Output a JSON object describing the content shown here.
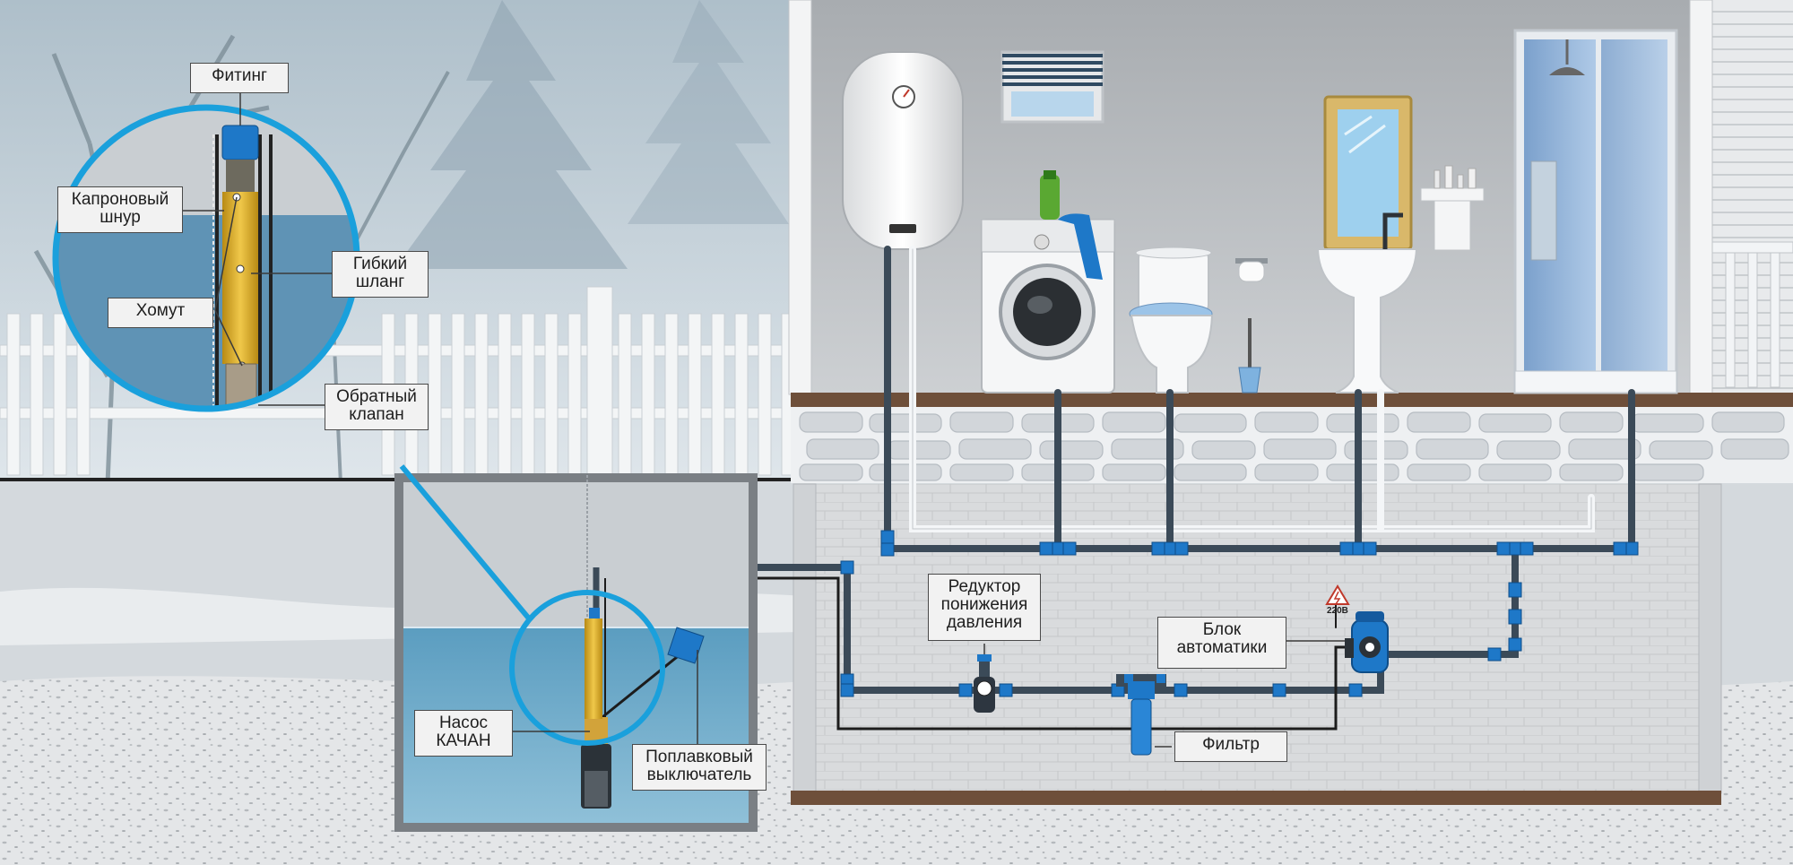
{
  "labels": {
    "fitting": "Фитинг",
    "nylon_cord": "Капроновый\nшнур",
    "flex_hose": "Гибкий\nшланг",
    "clamp": "Хомут",
    "check_valve": "Обратный\nклапан",
    "pump": "Насос\nКАЧАН",
    "float_switch": "Поплавковый\nвыключатель",
    "pressure_reducer": "Редуктор\nпонижения\nдавления",
    "automation_unit": "Блок\nавтоматики",
    "filter": "Фильтр",
    "voltage": "220В"
  },
  "colors": {
    "pipe": "#3b4a58",
    "fitting": "#1e78c8",
    "water": "#4b8fb5",
    "zoom_ring": "#1aa0dc",
    "hose": "#e2b52e",
    "wall": "#b9bcc0",
    "floor": "#6e4f3a"
  },
  "icons": [
    "boiler-icon",
    "washing-machine-icon",
    "toilet-icon",
    "sink-icon",
    "shower-cabin-icon",
    "window-icon",
    "mirror-icon",
    "pump-icon",
    "float-switch-icon",
    "filter-icon",
    "pressure-reducer-icon",
    "automation-unit-icon",
    "warning-icon"
  ]
}
